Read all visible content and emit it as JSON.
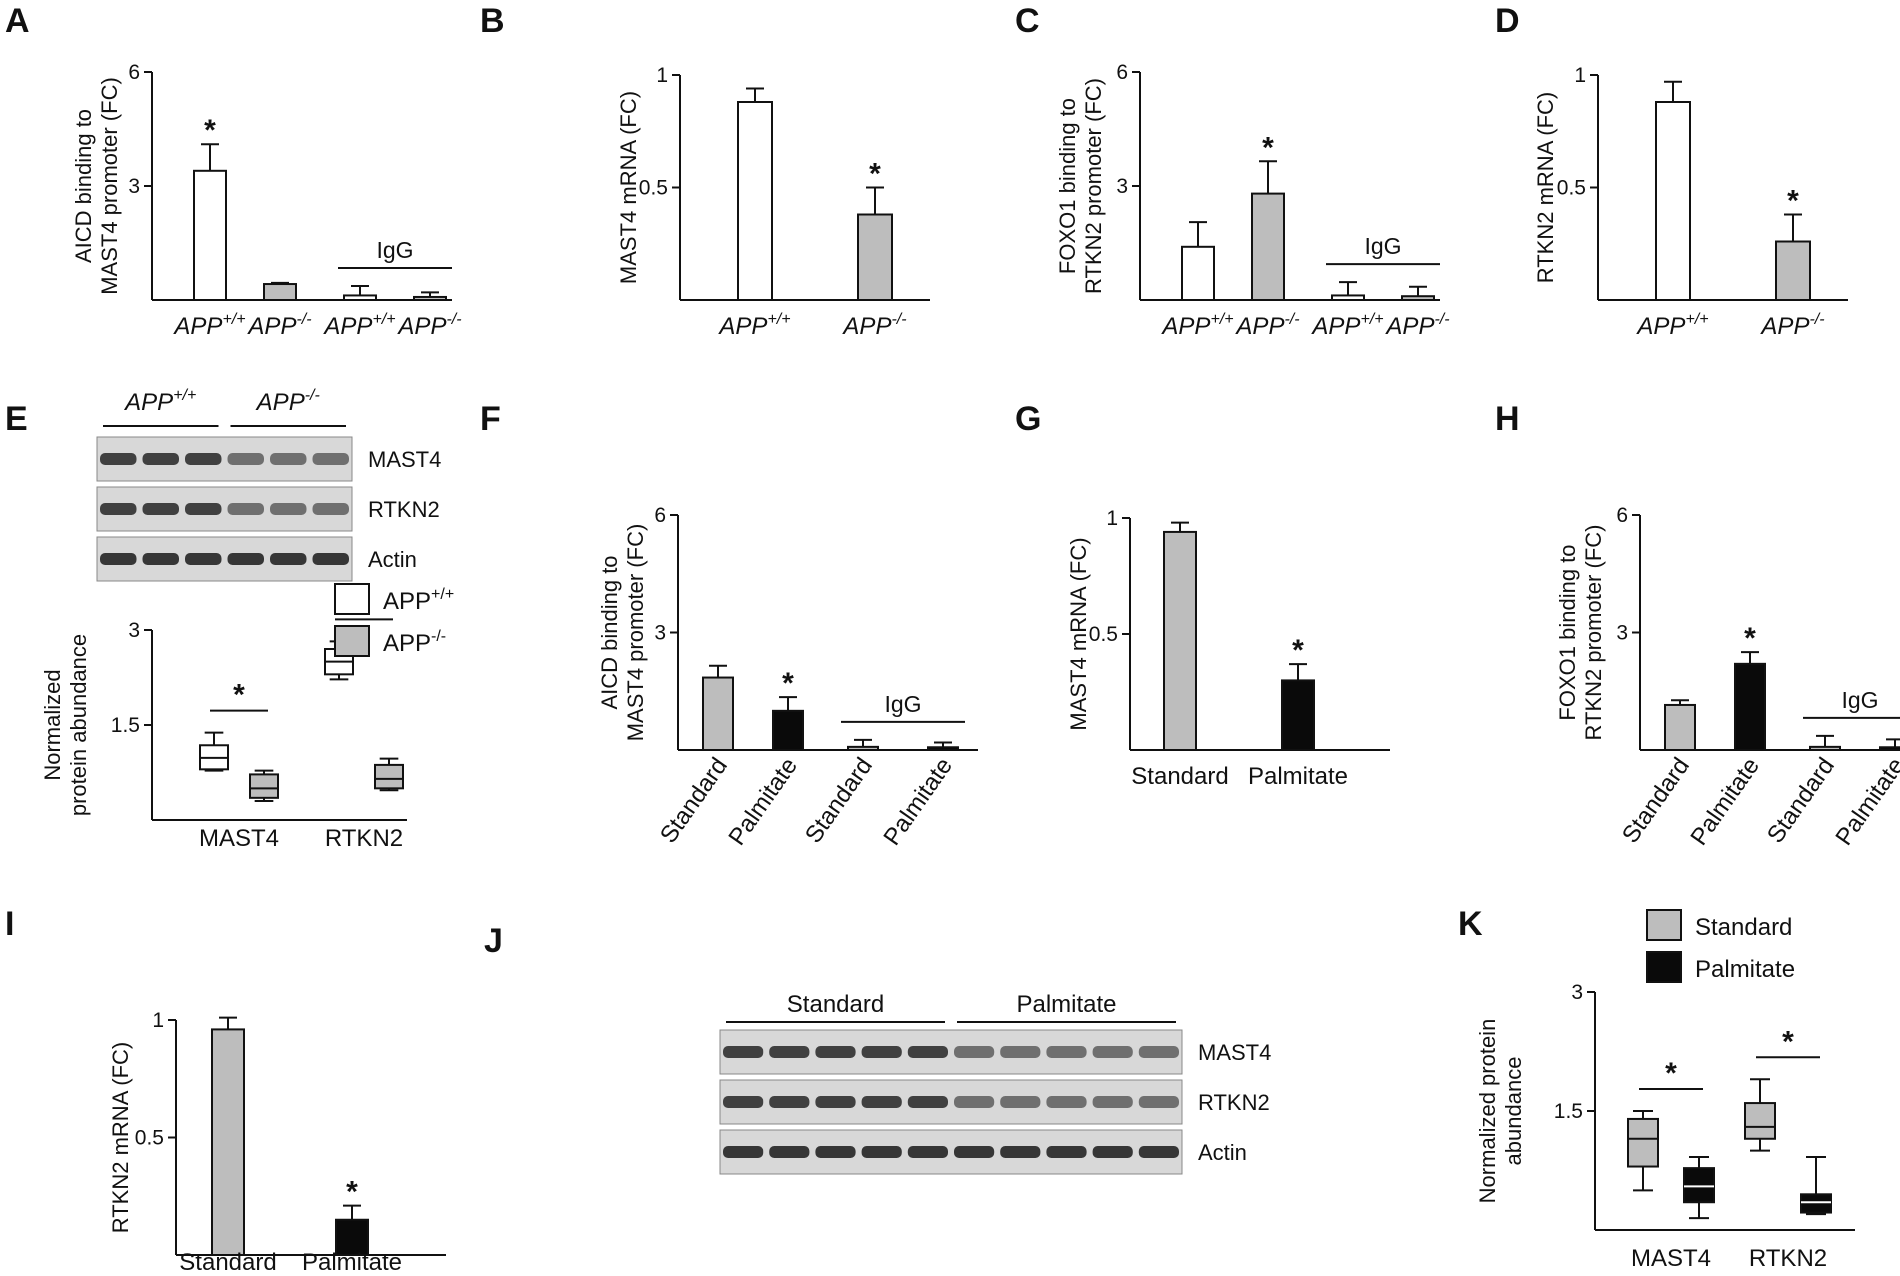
{
  "colors": {
    "white": "#ffffff",
    "gray": "#bdbdbd",
    "black": "#0a0a0a",
    "line": "#111111"
  },
  "chart_data": [
    {
      "panel": "A",
      "type": "bar",
      "ylabel": [
        "AICD binding to",
        "MAST4 promoter (FC)"
      ],
      "ylim": [
        0,
        6
      ],
      "yticks": [
        "3",
        "6"
      ],
      "ytick_values": [
        3,
        6
      ],
      "categories": [
        {
          "base": "APP",
          "sup": "+/+"
        },
        {
          "base": "APP",
          "sup": "-/-"
        },
        {
          "base": "APP",
          "sup": "+/+"
        },
        {
          "base": "APP",
          "sup": "-/-"
        }
      ],
      "values": [
        3.4,
        0.42,
        0.12,
        0.08
      ],
      "errors": [
        0.7,
        0.03,
        0.25,
        0.12
      ],
      "fills": [
        "white",
        "gray",
        "white",
        "gray"
      ],
      "significant": [
        true,
        false,
        false,
        false
      ],
      "star": "*",
      "group_label": "IgG",
      "group_span": [
        2,
        3
      ]
    },
    {
      "panel": "B",
      "type": "bar",
      "ylabel": [
        "MAST4 mRNA (FC)"
      ],
      "ylim": [
        0,
        1
      ],
      "yticks": [
        "0.5",
        "1"
      ],
      "ytick_values": [
        0.5,
        1
      ],
      "categories": [
        {
          "base": "APP",
          "sup": "+/+"
        },
        {
          "base": "APP",
          "sup": "-/-"
        }
      ],
      "values": [
        0.88,
        0.38
      ],
      "errors": [
        0.06,
        0.12
      ],
      "fills": [
        "white",
        "gray"
      ],
      "significant": [
        false,
        true
      ],
      "star": "*"
    },
    {
      "panel": "C",
      "type": "bar",
      "ylabel": [
        "FOXO1 binding to",
        "RTKN2 promoter (FC)"
      ],
      "ylim": [
        0,
        6
      ],
      "yticks": [
        "3",
        "6"
      ],
      "ytick_values": [
        3,
        6
      ],
      "categories": [
        {
          "base": "APP",
          "sup": "+/+"
        },
        {
          "base": "APP",
          "sup": "-/-"
        },
        {
          "base": "APP",
          "sup": "+/+"
        },
        {
          "base": "APP",
          "sup": "-/-"
        }
      ],
      "values": [
        1.4,
        2.8,
        0.12,
        0.1
      ],
      "errors": [
        0.65,
        0.85,
        0.35,
        0.25
      ],
      "fills": [
        "white",
        "gray",
        "white",
        "gray"
      ],
      "significant": [
        false,
        true,
        false,
        false
      ],
      "star": "*",
      "group_label": "IgG",
      "group_span": [
        2,
        3
      ]
    },
    {
      "panel": "D",
      "type": "bar",
      "ylabel": [
        "RTKN2 mRNA (FC)"
      ],
      "ylim": [
        0,
        1
      ],
      "yticks": [
        "0.5",
        "1"
      ],
      "ytick_values": [
        0.5,
        1
      ],
      "categories": [
        {
          "base": "APP",
          "sup": "+/+"
        },
        {
          "base": "APP",
          "sup": "-/-"
        }
      ],
      "values": [
        0.88,
        0.26
      ],
      "errors": [
        0.09,
        0.12
      ],
      "fills": [
        "white",
        "gray"
      ],
      "significant": [
        false,
        true
      ],
      "star": "*"
    },
    {
      "panel": "E",
      "type": "box",
      "ylabel": [
        "Normalized",
        "protein abundance"
      ],
      "ylim": [
        0,
        3
      ],
      "yticks": [
        "1.5",
        "3"
      ],
      "ytick_values": [
        1.5,
        3
      ],
      "categories": [
        "MAST4",
        "RTKN2"
      ],
      "legend": [
        {
          "label": "APP",
          "sup": "+/+",
          "fill": "white"
        },
        {
          "label": "APP",
          "sup": "-/-",
          "fill": "gray"
        }
      ],
      "series": [
        {
          "name": "APP+/+",
          "fill": "white",
          "boxes": [
            {
              "min": 0.78,
              "q1": 0.8,
              "median": 0.98,
              "q3": 1.18,
              "max": 1.38
            },
            {
              "min": 2.22,
              "q1": 2.3,
              "median": 2.5,
              "q3": 2.7,
              "max": 2.82
            }
          ]
        },
        {
          "name": "APP-/-",
          "fill": "gray",
          "boxes": [
            {
              "min": 0.3,
              "q1": 0.35,
              "median": 0.5,
              "q3": 0.72,
              "max": 0.78
            },
            {
              "min": 0.47,
              "q1": 0.5,
              "median": 0.65,
              "q3": 0.87,
              "max": 0.97
            }
          ]
        }
      ],
      "star": "*"
    },
    {
      "panel": "F",
      "type": "bar",
      "ylabel": [
        "AICD binding to",
        "MAST4 promoter (FC)"
      ],
      "ylim": [
        0,
        6
      ],
      "yticks": [
        "3",
        "6"
      ],
      "ytick_values": [
        3,
        6
      ],
      "categories": [
        "Standard",
        "Palmitate",
        "Standard",
        "Palmitate"
      ],
      "values": [
        1.85,
        1.0
      ],
      "values_igg": [
        0.08,
        0.07
      ],
      "all_values": [
        1.85,
        1.0,
        0.08,
        0.07
      ],
      "errors": [
        0.3,
        0.35,
        0.18,
        0.12
      ],
      "fills": [
        "gray",
        "black",
        "gray",
        "black"
      ],
      "significant": [
        false,
        true,
        false,
        false
      ],
      "star": "*",
      "group_label": "IgG",
      "group_span": [
        2,
        3
      ]
    },
    {
      "panel": "G",
      "type": "bar",
      "ylabel": [
        "MAST4 mRNA (FC)"
      ],
      "ylim": [
        0,
        1
      ],
      "yticks": [
        "0.5",
        "1"
      ],
      "ytick_values": [
        0.5,
        1
      ],
      "categories": [
        "Standard",
        "Palmitate"
      ],
      "values": [
        0.94,
        0.3
      ],
      "errors": [
        0.04,
        0.07
      ],
      "fills": [
        "gray",
        "black"
      ],
      "significant": [
        false,
        true
      ],
      "star": "*"
    },
    {
      "panel": "H",
      "type": "bar",
      "ylabel": [
        "FOXO1 binding to",
        "RTKN2 promoter (FC)"
      ],
      "ylim": [
        0,
        6
      ],
      "yticks": [
        "3",
        "6"
      ],
      "ytick_values": [
        3,
        6
      ],
      "categories": [
        "Standard",
        "Palmitate",
        "Standard",
        "Palmitate"
      ],
      "all_values": [
        1.15,
        2.2,
        0.08,
        0.07
      ],
      "errors": [
        0.12,
        0.3,
        0.28,
        0.2
      ],
      "fills": [
        "gray",
        "black",
        "gray",
        "black"
      ],
      "significant": [
        false,
        true,
        false,
        false
      ],
      "star": "*",
      "group_label": "IgG",
      "group_span": [
        2,
        3
      ]
    },
    {
      "panel": "I",
      "type": "bar",
      "ylabel": [
        "RTKN2 mRNA (FC)"
      ],
      "ylim": [
        0,
        1
      ],
      "yticks": [
        "0.5",
        "1"
      ],
      "ytick_values": [
        0.5,
        1
      ],
      "categories": [
        "Standard",
        "Palmitate"
      ],
      "values": [
        0.96,
        0.15
      ],
      "errors": [
        0.05,
        0.06
      ],
      "fills": [
        "gray",
        "black"
      ],
      "significant": [
        false,
        true
      ],
      "star": "*"
    },
    {
      "panel": "K",
      "type": "box",
      "ylabel": [
        "Normalized protein",
        "abundance"
      ],
      "ylim": [
        0,
        3
      ],
      "yticks": [
        "1.5",
        "3"
      ],
      "ytick_values": [
        1.5,
        3
      ],
      "categories": [
        "MAST4",
        "RTKN2"
      ],
      "legend": [
        {
          "label": "Standard",
          "fill": "gray"
        },
        {
          "label": "Palmitate",
          "fill": "black"
        }
      ],
      "series": [
        {
          "name": "Standard",
          "fill": "gray",
          "boxes": [
            {
              "min": 0.5,
              "q1": 0.8,
              "median": 1.15,
              "q3": 1.4,
              "max": 1.5
            },
            {
              "min": 1.0,
              "q1": 1.15,
              "median": 1.3,
              "q3": 1.6,
              "max": 1.9
            }
          ]
        },
        {
          "name": "Palmitate",
          "fill": "black",
          "boxes": [
            {
              "min": 0.15,
              "q1": 0.35,
              "median": 0.55,
              "q3": 0.78,
              "max": 0.92
            },
            {
              "min": 0.2,
              "q1": 0.22,
              "median": 0.35,
              "q3": 0.45,
              "max": 0.92
            }
          ]
        }
      ],
      "star": "*"
    }
  ],
  "blots": [
    {
      "panel": "E",
      "groups": [
        {
          "label": "APP",
          "sup": "+/+"
        },
        {
          "label": "APP",
          "sup": "-/-"
        }
      ],
      "rows": [
        "MAST4",
        "RTKN2",
        "Actin"
      ],
      "lanes_per_group": 3
    },
    {
      "panel": "J",
      "groups": [
        {
          "label": "Standard"
        },
        {
          "label": "Palmitate"
        }
      ],
      "rows": [
        "MAST4",
        "RTKN2",
        "Actin"
      ],
      "lanes_per_group": 5
    }
  ]
}
